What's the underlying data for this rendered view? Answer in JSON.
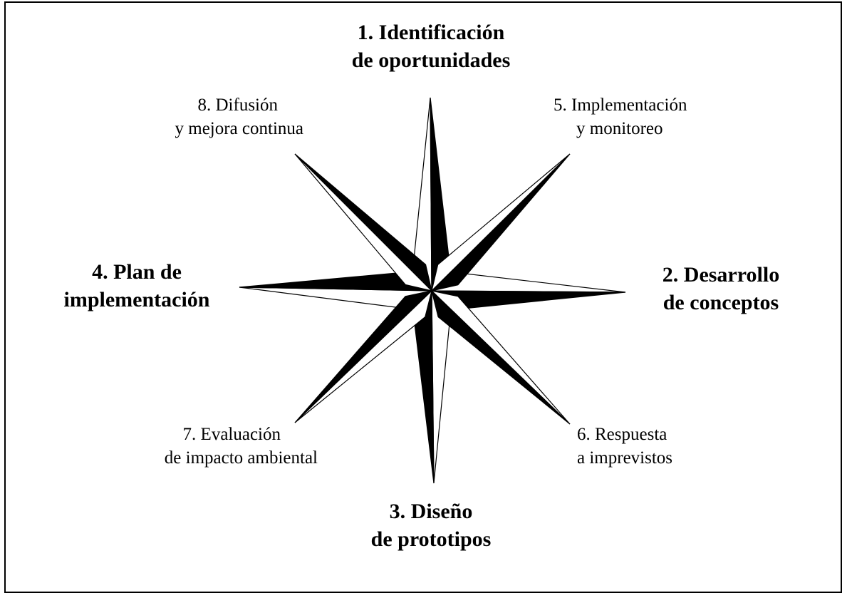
{
  "diagram": {
    "colors": {
      "fill": "#000000",
      "paper": "#ffffff",
      "stroke": "#000000"
    },
    "labels": {
      "n": {
        "line1": "1. Identificación",
        "line2": "de oportunidades"
      },
      "e": {
        "line1": "2. Desarrollo",
        "line2": "de conceptos"
      },
      "s": {
        "line1": "3. Diseño",
        "line2": "de prototipos"
      },
      "w": {
        "line1": "4. Plan de",
        "line2": "implementación"
      },
      "ne": {
        "line1": "5. Implementación",
        "line2": "y monitoreo"
      },
      "se": {
        "line1": "6. Respuesta",
        "line2": "a imprevistos"
      },
      "sw": {
        "line1": "7. Evaluación",
        "line2": "de impacto ambiental"
      },
      "nw": {
        "line1": "8. Difusión",
        "line2": "y mejora continua"
      }
    }
  }
}
